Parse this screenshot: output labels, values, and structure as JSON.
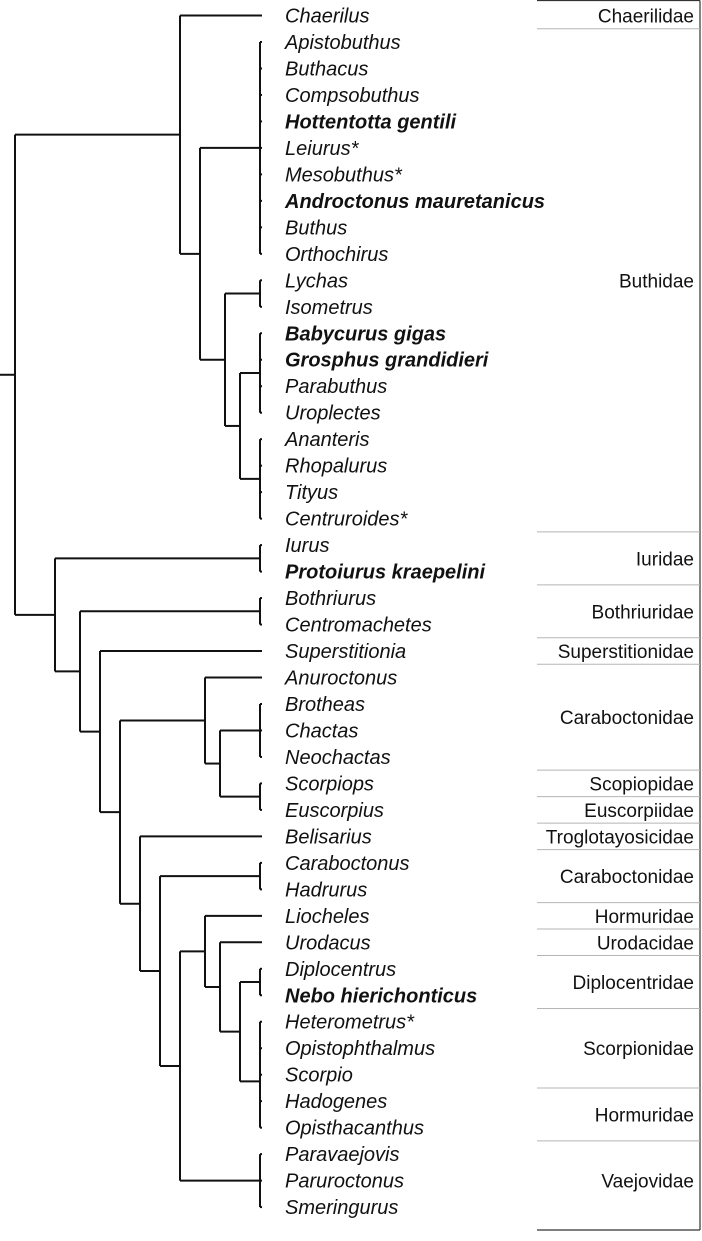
{
  "taxa": [
    {
      "name": "Chaerilus",
      "bold": false
    },
    {
      "name": "Apistobuthus",
      "bold": false
    },
    {
      "name": "Buthacus",
      "bold": false
    },
    {
      "name": "Compsobuthus",
      "bold": false
    },
    {
      "name": "Hottentotta gentili",
      "bold": true
    },
    {
      "name": "Leiurus*",
      "bold": false
    },
    {
      "name": "Mesobuthus*",
      "bold": false
    },
    {
      "name": "Androctonus mauretanicus",
      "bold": true
    },
    {
      "name": "Buthus",
      "bold": false
    },
    {
      "name": "Orthochirus",
      "bold": false
    },
    {
      "name": "Lychas",
      "bold": false
    },
    {
      "name": "Isometrus",
      "bold": false
    },
    {
      "name": "Babycurus gigas",
      "bold": true
    },
    {
      "name": "Grosphus grandidieri",
      "bold": true
    },
    {
      "name": "Parabuthus",
      "bold": false
    },
    {
      "name": "Uroplectes",
      "bold": false
    },
    {
      "name": "Ananteris",
      "bold": false
    },
    {
      "name": "Rhopalurus",
      "bold": false
    },
    {
      "name": "Tityus",
      "bold": false
    },
    {
      "name": "Centruroides*",
      "bold": false
    },
    {
      "name": "Iurus",
      "bold": false
    },
    {
      "name": "Protoiurus kraepelini",
      "bold": true
    },
    {
      "name": "Bothriurus",
      "bold": false
    },
    {
      "name": "Centromachetes",
      "bold": false
    },
    {
      "name": "Superstitionia",
      "bold": false
    },
    {
      "name": "Anuroctonus",
      "bold": false
    },
    {
      "name": "Brotheas",
      "bold": false
    },
    {
      "name": "Chactas",
      "bold": false
    },
    {
      "name": "Neochactas",
      "bold": false
    },
    {
      "name": "Scorpiops",
      "bold": false
    },
    {
      "name": "Euscorpius",
      "bold": false
    },
    {
      "name": "Belisarius",
      "bold": false
    },
    {
      "name": "Caraboctonus",
      "bold": false
    },
    {
      "name": "Hadrurus",
      "bold": false
    },
    {
      "name": "Liocheles",
      "bold": false
    },
    {
      "name": "Urodacus",
      "bold": false
    },
    {
      "name": "Diplocentrus",
      "bold": false
    },
    {
      "name": "Nebo hierichonticus",
      "bold": true
    },
    {
      "name": "Heterometrus*",
      "bold": false
    },
    {
      "name": "Opistophthalmus",
      "bold": false
    },
    {
      "name": "Scorpio",
      "bold": false
    },
    {
      "name": "Hadogenes",
      "bold": false
    },
    {
      "name": "Opisthacanthus",
      "bold": false
    },
    {
      "name": "Paravaejovis",
      "bold": false
    },
    {
      "name": "Paruroctonus",
      "bold": false
    },
    {
      "name": "Smeringurus",
      "bold": false
    }
  ],
  "families": [
    {
      "name": "Chaerilidae",
      "first": 0,
      "last": 0
    },
    {
      "name": "Buthidae",
      "first": 1,
      "last": 19
    },
    {
      "name": "Iuridae",
      "first": 20,
      "last": 21
    },
    {
      "name": "Bothriuridae",
      "first": 22,
      "last": 23
    },
    {
      "name": "Superstitionidae",
      "first": 24,
      "last": 24
    },
    {
      "name": "Caraboctonidae",
      "first": 25,
      "last": 28
    },
    {
      "name": "Scopiopidae",
      "first": 29,
      "last": 29
    },
    {
      "name": "Euscorpiidae",
      "first": 30,
      "last": 30
    },
    {
      "name": "Troglotayosicidae",
      "first": 31,
      "last": 31
    },
    {
      "name": "Caraboctonidae",
      "first": 32,
      "last": 33
    },
    {
      "name": "Hormuridae",
      "first": 34,
      "last": 34
    },
    {
      "name": "Urodacidae",
      "first": 35,
      "last": 35
    },
    {
      "name": "Diplocentridae",
      "first": 36,
      "last": 37
    },
    {
      "name": "Scorpionidae",
      "first": 38,
      "last": 40
    },
    {
      "name": "Hormuridae",
      "first": 41,
      "last": 42
    },
    {
      "name": "Vaejovidae",
      "first": 43,
      "last": 45
    }
  ],
  "tree": [
    "root",
    [
      [
        "b_chb",
        [
          0,
          [
            "b_buth",
            [
              [
                "b_b1",
                [
                  1,
                  2,
                  3,
                  4,
                  5,
                  6,
                  7,
                  8,
                  9
                ]
              ],
              [
                "b_b2",
                [
                  [
                    "b_ly",
                    [
                      10,
                      11
                    ]
                  ],
                  [
                    "b_b3",
                    [
                      [
                        "b_b4",
                        [
                          12,
                          13,
                          14,
                          15
                        ]
                      ],
                      [
                        "b_b5",
                        [
                          16,
                          17,
                          18,
                          19
                        ]
                      ]
                    ]
                  ]
                ]
              ]
            ]
          ]
        ]
      ],
      [
        "b_rest",
        [
          [
            "b_iu",
            [
              20,
              21
            ]
          ],
          [
            "b_r2",
            [
              [
                "b_bo",
                [
                  22,
                  23
                ]
              ],
              [
                "b_r3",
                [
                  24,
                  [
                    "b_r4",
                    [
                      [
                        "b_ch",
                        [
                          25,
                          [
                            "b_ch2",
                            [
                              [
                                "b_br",
                                [
                                  26,
                                  27,
                                  28
                                ]
                              ],
                              [
                                "b_sc",
                                [
                                  29,
                                  30
                                ]
                              ]
                            ]
                          ]
                        ]
                      ],
                      [
                        "b_r5",
                        [
                          31,
                          [
                            "b_r6",
                            [
                              [
                                "b_ca",
                                [
                                  32,
                                  33
                                ]
                              ],
                              [
                                "b_r7",
                                [
                                  [
                                    "b_sco",
                                    [
                                      34,
                                      [
                                        "b_s2",
                                        [
                                          35,
                                          [
                                            "b_s3",
                                            [
                                              [
                                                "b_di",
                                                [
                                                  36,
                                                  37
                                                ]
                                              ],
                                              [
                                                "b_s4",
                                                [
                                                  [
                                                    "b_he",
                                                    [
                                                      38,
                                                      39,
                                                      40
                                                    ]
                                                  ],
                                                  [
                                                    "b_ha",
                                                    [
                                                      41,
                                                      42
                                                    ]
                                                  ]
                                                ]
                                              ]
                                            ]
                                          ]
                                        ]
                                      ]
                                    ]
                                  ],
                                  [
                                    "b_va",
                                    [
                                      43,
                                      44,
                                      45
                                    ]
                                  ]
                                ]
                              ]
                            ]
                          ]
                        ]
                      ]
                    ]
                  ]
                ]
              ]
            ]
          ]
        ]
      ]
    ]
  ]
}
